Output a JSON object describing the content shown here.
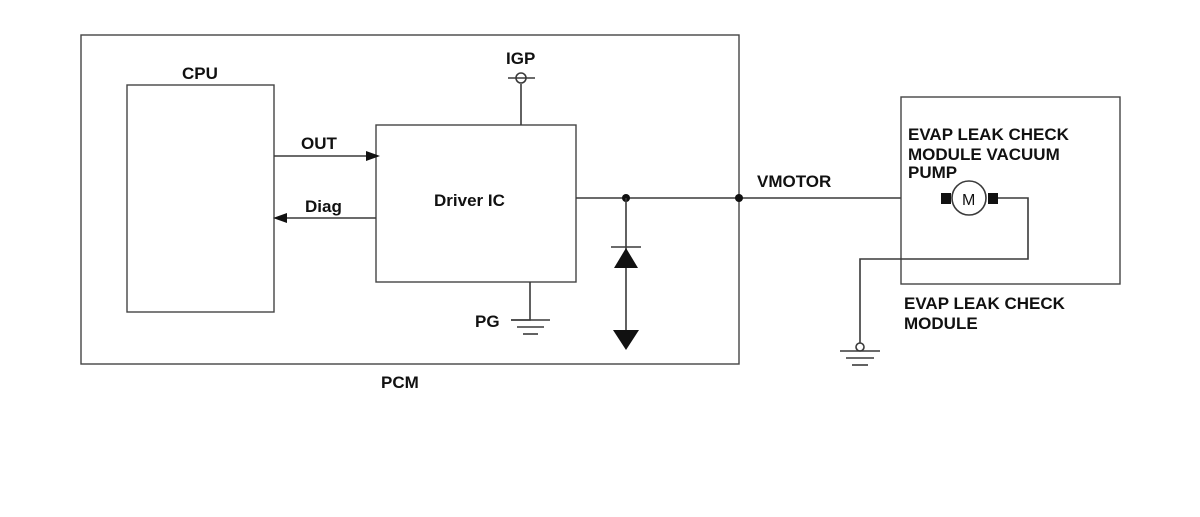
{
  "labels": {
    "cpu": "CPU",
    "pcm": "PCM",
    "igp": "IGP",
    "out": "OUT",
    "diag": "Diag",
    "driver_ic": "Driver IC",
    "pg": "PG",
    "vmotor": "VMOTOR",
    "motor_symbol": "M",
    "pump_label": [
      "EVAP LEAK CHECK",
      "MODULE VACUUM",
      "PUMP"
    ],
    "module_label": [
      "EVAP LEAK CHECK",
      "MODULE"
    ]
  },
  "colors": {
    "line": "#3a3a3a",
    "text": "#111111",
    "background": "#ffffff"
  }
}
